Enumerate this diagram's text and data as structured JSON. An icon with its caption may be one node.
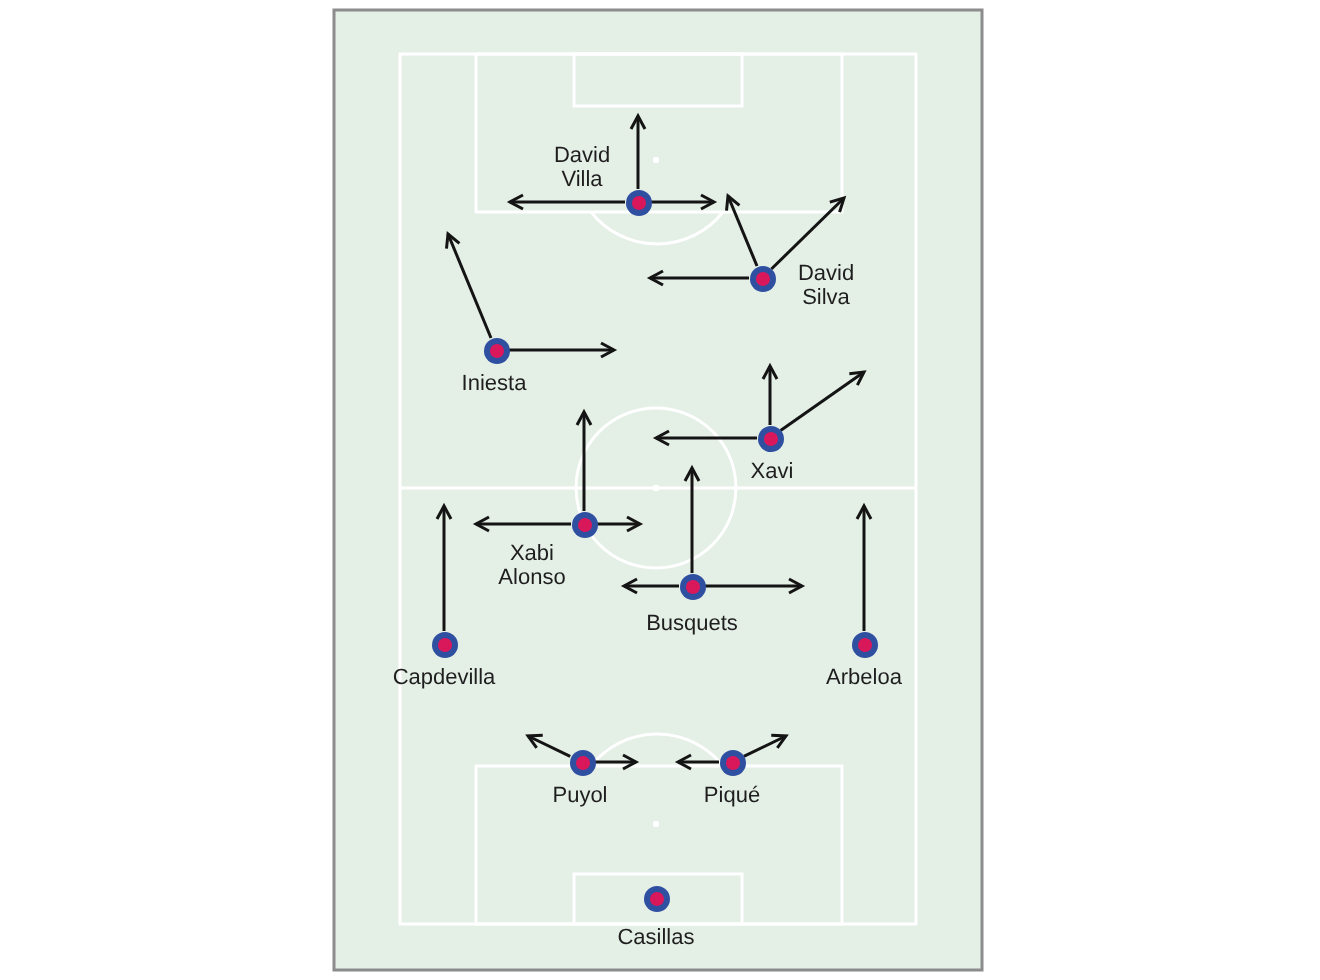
{
  "diagram": {
    "nodes": [
      {
        "text": [],
        "shape": "circle",
        "beside": [
          "David Villa"
        ]
      },
      {
        "text": [],
        "shape": "circle",
        "beside": [
          "David Silva"
        ]
      },
      {
        "text": [],
        "shape": "circle",
        "beside": [
          "Iniesta"
        ]
      },
      {
        "text": [],
        "shape": "circle",
        "beside": [
          "Xavi"
        ]
      },
      {
        "text": [],
        "shape": "circle",
        "beside": [
          "Xabi Alonso"
        ]
      },
      {
        "text": [],
        "shape": "circle",
        "beside": [
          "Busquets"
        ]
      },
      {
        "text": [],
        "shape": "circle",
        "beside": [
          "Capdevilla"
        ]
      },
      {
        "text": [],
        "shape": "circle",
        "beside": [
          "Arbeloa"
        ]
      },
      {
        "text": [],
        "shape": "circle",
        "beside": [
          "Puyol"
        ]
      },
      {
        "text": [],
        "shape": "circle",
        "beside": [
          "Piqué"
        ]
      },
      {
        "text": [],
        "shape": "circle",
        "beside": [
          "Casillas"
        ]
      }
    ],
    "edges": [
      {
        "from": 0,
        "to": null,
        "arrow": "to"
      },
      {
        "from": 0,
        "to": null,
        "arrow": "to"
      },
      {
        "from": 0,
        "to": null,
        "arrow": "to"
      },
      {
        "from": 1,
        "to": null,
        "arrow": "to"
      },
      {
        "from": 1,
        "to": null,
        "arrow": "to"
      },
      {
        "from": 1,
        "to": null,
        "arrow": "to"
      },
      {
        "from": 2,
        "to": null,
        "arrow": "to"
      },
      {
        "from": 2,
        "to": null,
        "arrow": "to"
      },
      {
        "from": 3,
        "to": null,
        "arrow": "to"
      },
      {
        "from": 3,
        "to": null,
        "arrow": "to"
      },
      {
        "from": 3,
        "to": null,
        "arrow": "to"
      },
      {
        "from": 4,
        "to": null,
        "arrow": "to"
      },
      {
        "from": 4,
        "to": null,
        "arrow": "to"
      },
      {
        "from": 4,
        "to": null,
        "arrow": "to"
      },
      {
        "from": 5,
        "to": null,
        "arrow": "to"
      },
      {
        "from": 5,
        "to": null,
        "arrow": "to"
      },
      {
        "from": 5,
        "to": null,
        "arrow": "to"
      },
      {
        "from": 6,
        "to": null,
        "arrow": "to"
      },
      {
        "from": 7,
        "to": null,
        "arrow": "to"
      },
      {
        "from": 8,
        "to": null,
        "arrow": "to"
      },
      {
        "from": 8,
        "to": null,
        "arrow": "to"
      },
      {
        "from": 9,
        "to": null,
        "arrow": "to"
      },
      {
        "from": 9,
        "to": null,
        "arrow": "to"
      }
    ]
  }
}
